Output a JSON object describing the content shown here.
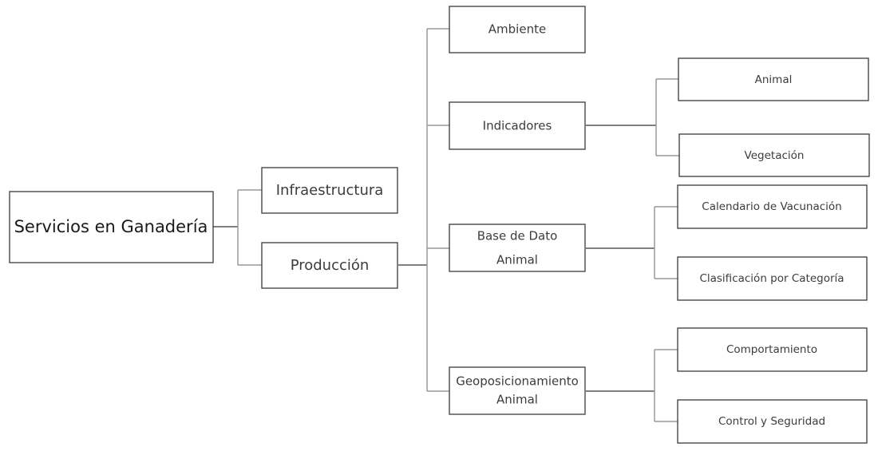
{
  "diagram": {
    "root": "Servicios en Ganadería",
    "level1": {
      "infraestructura": "Infraestructura",
      "produccion": "Producción"
    },
    "level2": {
      "ambiente": "Ambiente",
      "indicadores": "Indicadores",
      "base_de_dato": [
        "Base de Dato",
        "Animal"
      ],
      "geoposicionamiento": [
        "Geoposicionamiento",
        "Animal"
      ]
    },
    "level3": {
      "animal": "Animal",
      "vegetacion": "Vegetación",
      "calendario": "Calendario de Vacunación",
      "clasificacion": "Clasificación por Categoría",
      "comportamiento": "Comportamiento",
      "control": "Control y Seguridad"
    }
  }
}
